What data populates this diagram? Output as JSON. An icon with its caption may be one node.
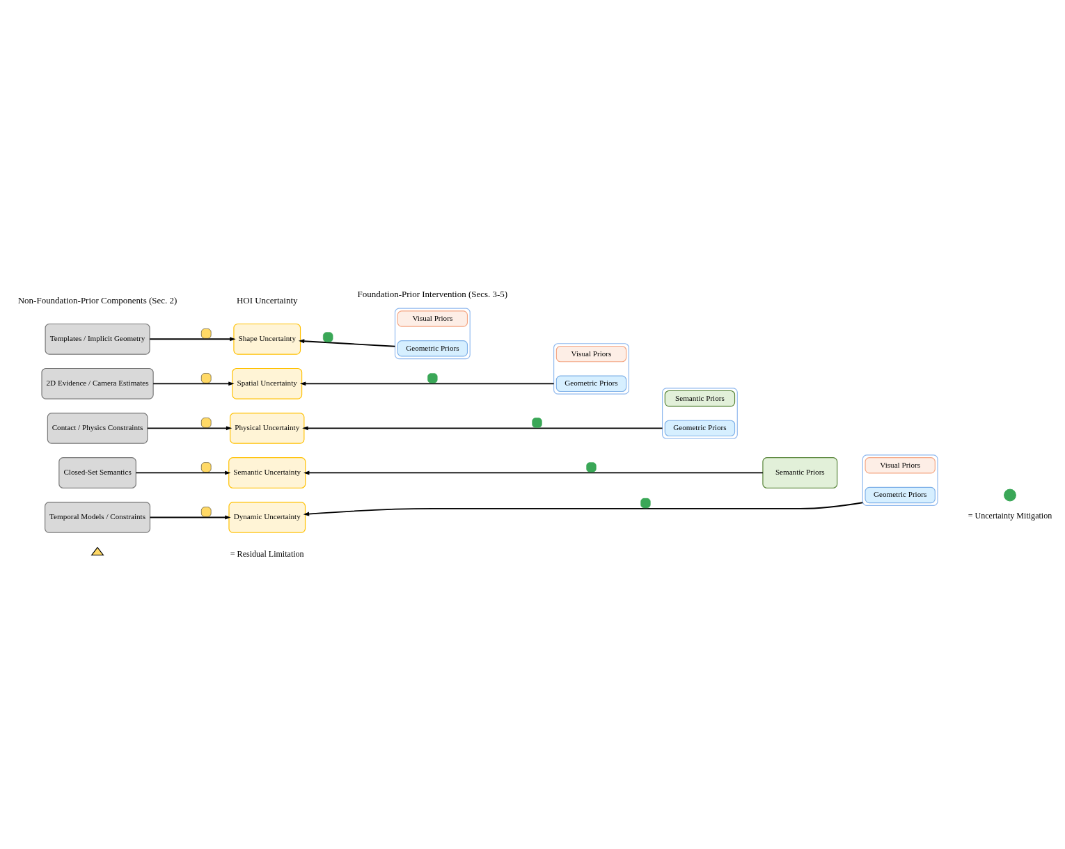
{
  "diagram": {
    "nodes": [
      {
        "text": [
          "Templates / Implicit Geometry"
        ]
      },
      {
        "text": [
          "Shape Uncertainty"
        ]
      },
      {
        "text": [],
        "shape": "box"
      },
      {
        "text": [
          "Geometric Priors"
        ],
        "in": 2
      },
      {
        "text": [
          "Visual Priors"
        ],
        "in": 2
      },
      {
        "text": [
          "2D Evidence / Camera Estimates"
        ]
      },
      {
        "text": [
          "Spatial Uncertainty"
        ]
      },
      {
        "text": [],
        "shape": "box"
      },
      {
        "text": [
          "Geometric Priors"
        ],
        "in": 7
      },
      {
        "text": [
          "Visual Priors"
        ],
        "in": 7
      },
      {
        "text": [
          "Contact / Physics Constraints"
        ]
      },
      {
        "text": [
          "Physical Uncertainty"
        ]
      },
      {
        "text": [],
        "shape": "box"
      },
      {
        "text": [
          "Geometric Priors"
        ],
        "in": 12
      },
      {
        "text": [
          "Semantic Priors"
        ],
        "in": 12
      },
      {
        "text": [
          "Closed-Set Semantics"
        ]
      },
      {
        "text": [
          "Semantic Uncertainty"
        ]
      },
      {
        "text": [
          "Semantic Priors"
        ]
      },
      {
        "text": [
          "Temporal Models / Constraints"
        ]
      },
      {
        "text": [
          "Dynamic Uncertainty"
        ]
      },
      {
        "text": [],
        "shape": "box"
      },
      {
        "text": [
          "Geometric Priors"
        ],
        "in": 20
      },
      {
        "text": [
          "Visual Priors"
        ],
        "in": 20
      }
    ],
    "edges": [
      {
        "from": 0,
        "to": 1,
        "arrow": "to"
      },
      {
        "from": 2,
        "to": 1,
        "arrow": "to"
      },
      {
        "from": 5,
        "to": 6,
        "arrow": "to"
      },
      {
        "from": 7,
        "to": 6,
        "arrow": "to"
      },
      {
        "from": 10,
        "to": 11,
        "arrow": "to"
      },
      {
        "from": 12,
        "to": 11,
        "arrow": "to"
      },
      {
        "from": 15,
        "to": 16,
        "arrow": "to"
      },
      {
        "from": 17,
        "to": 16,
        "arrow": "to"
      },
      {
        "from": 18,
        "to": 19,
        "arrow": "to"
      },
      {
        "from": 20,
        "to": 19,
        "arrow": "to"
      }
    ],
    "labels": [
      "Non-Foundation-Prior Components (Sec. 2)",
      "HOI Uncertainty",
      "Foundation-Prior Intervention (Secs. 3-5)"
    ],
    "legend": [
      {
        "text": "= Residual Limitation"
      },
      {
        "text": "= Uncertainty Mitigation"
      }
    ]
  }
}
